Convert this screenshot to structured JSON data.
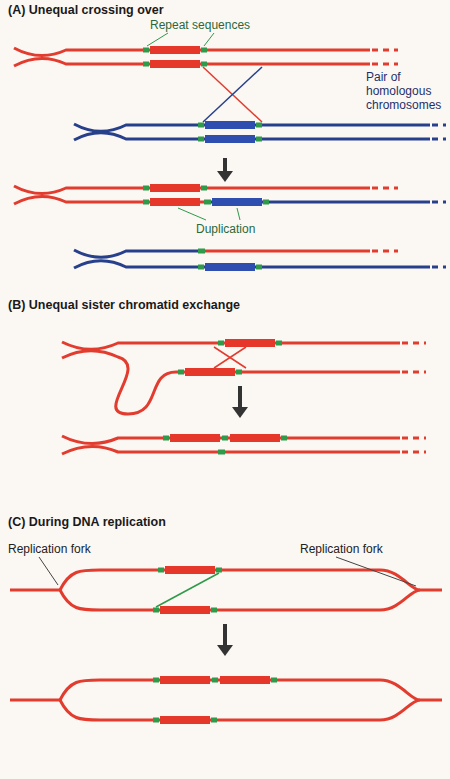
{
  "diagram": {
    "labels": [
      "(A) Unequal crossing over",
      "Repeat sequences",
      "Pair of homologous chromosomes",
      "Duplication",
      "(B) Unequal sister chromatid exchange",
      "(C) During DNA replication",
      "Replication fork",
      "Replication fork"
    ]
  }
}
